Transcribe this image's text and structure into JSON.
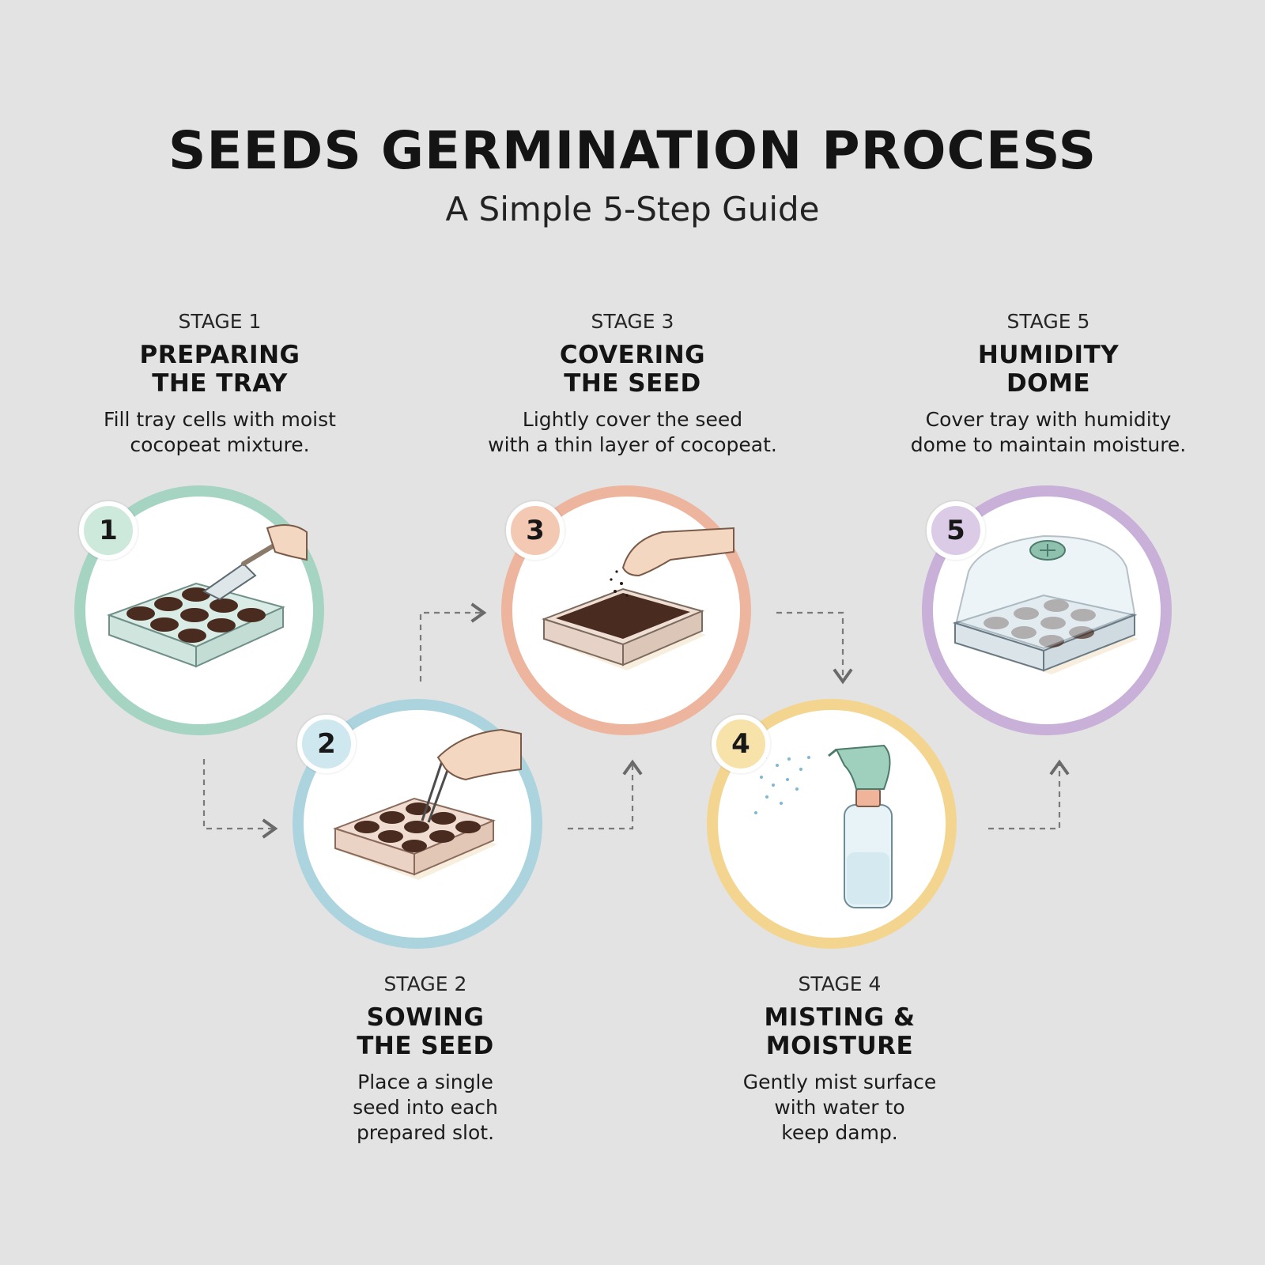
{
  "title": "SEEDS GERMINATION PROCESS",
  "subtitle": "A Simple 5-Step Guide",
  "stages": [
    {
      "number": "1",
      "label": "STAGE 1",
      "heading": [
        "PREPARING",
        "THE TRAY"
      ],
      "description": [
        "Fill tray cells with moist",
        "cocopeat mixture."
      ],
      "ring_color": "#9fd0bd",
      "badge_color": "#cde9dc",
      "icon": "tray-with-scoop-icon"
    },
    {
      "number": "2",
      "label": "STAGE 2",
      "heading": [
        "SOWING",
        "THE SEED"
      ],
      "description": [
        "Place a single",
        "seed into each",
        "prepared slot."
      ],
      "ring_color": "#a8d2dc",
      "badge_color": "#cfe7ee",
      "icon": "tweezers-sowing-icon"
    },
    {
      "number": "3",
      "label": "STAGE 3",
      "heading": [
        "COVERING",
        "THE SEED"
      ],
      "description": [
        "Lightly cover the seed",
        "with a thin layer of cocopeat."
      ],
      "ring_color": "#edb29a",
      "badge_color": "#f4c9b4",
      "icon": "sprinkling-hand-icon"
    },
    {
      "number": "4",
      "label": "STAGE 4",
      "heading": [
        "MISTING &",
        "MOISTURE"
      ],
      "description": [
        "Gently mist surface",
        "with water to",
        "keep damp."
      ],
      "ring_color": "#f2d48e",
      "badge_color": "#f7e2aa",
      "icon": "spray-bottle-icon"
    },
    {
      "number": "5",
      "label": "STAGE 5",
      "heading": [
        "HUMIDITY",
        "DOME"
      ],
      "description": [
        "Cover tray with humidity",
        "dome to maintain moisture."
      ],
      "ring_color": "#c6aed6",
      "badge_color": "#dccbe7",
      "icon": "humidity-dome-icon"
    }
  ]
}
